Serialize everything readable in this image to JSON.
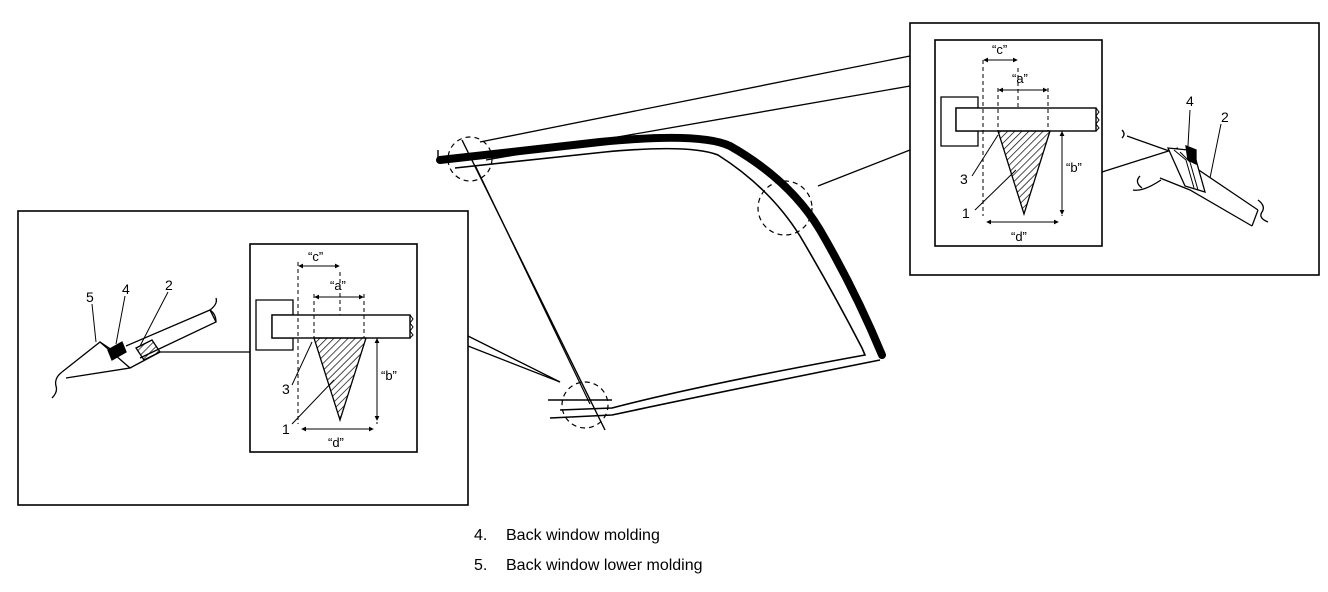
{
  "detail_right": {
    "dims": {
      "c": "“c”",
      "a": "“a”",
      "b": "“b”",
      "d": "“d”"
    },
    "callouts": {
      "n3": "3",
      "n1": "1",
      "n4": "4",
      "n2": "2"
    }
  },
  "detail_left": {
    "dims": {
      "c": "“c”",
      "a": "“a”",
      "b": "“b”",
      "d": "“d”"
    },
    "callouts": {
      "n3": "3",
      "n1": "1",
      "n5": "5",
      "n4": "4",
      "n2": "2"
    }
  },
  "legend": [
    {
      "number": "4.",
      "text": "Back window molding"
    },
    {
      "number": "5.",
      "text": "Back window lower molding"
    }
  ]
}
